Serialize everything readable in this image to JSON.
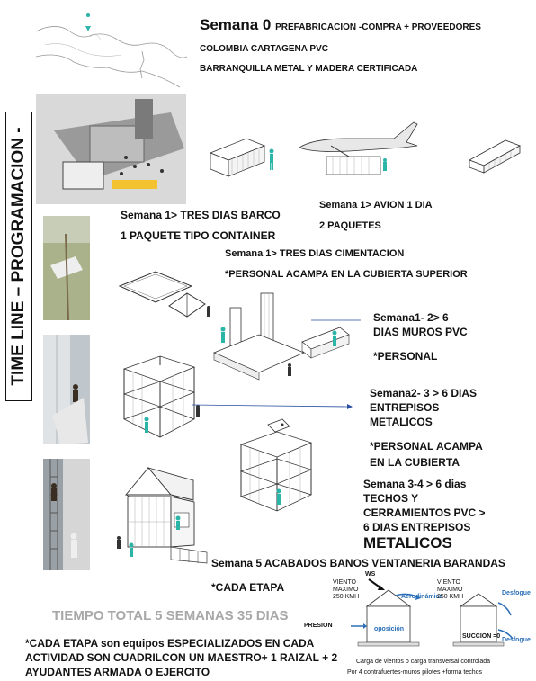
{
  "side_title": "TIME LINE – PROGRAMACION -",
  "week0": {
    "title": "Semana 0",
    "subtitle": "PREFABRICACION -COMPRA + PROVEEDORES",
    "line2": "COLOMBIA    CARTAGENA PVC",
    "line3": "BARRANQUILLA METAL Y MADERA CERTIFICADA"
  },
  "week1_boat": {
    "line1": "Semana 1> TRES DIAS BARCO",
    "line2": "1 PAQUETE TIPO CONTAINER"
  },
  "week1_plane": {
    "line1": "Semana 1> AVION 1 DIA",
    "line2": "2 PAQUETES"
  },
  "week1_foundation": {
    "line1": "Semana 1> TRES DIAS CIMENTACION",
    "line2": "*PERSONAL ACAMPA EN LA CUBIERTA SUPERIOR"
  },
  "week12": {
    "line1": "Semana1- 2> 6",
    "line2": "DIAS MUROS PVC",
    "line3": "*PERSONAL"
  },
  "week23": {
    "line1": "Semana2- 3 > 6 DIAS",
    "line2": "ENTREPISOS",
    "line3": "METALICOS",
    "line4": "*PERSONAL ACAMPA",
    "line5": "EN LA CUBIERTA"
  },
  "week34": {
    "line1": "Semana 3-4 > 6 dias",
    "line2": "TECHOS Y",
    "line3": "CERRAMIENTOS PVC  >",
    "line4": "6 DIAS ENTREPISOS",
    "line5": "METALICOS"
  },
  "week5": {
    "line1": "Semana 5 ACABADOS BANOS VENTANERIA BARANDAS",
    "line2": "*CADA ETAPA"
  },
  "total": "TIEMPO TOTAL 5 SEMANAS 35 DIAS",
  "footnote": {
    "line1": "*CADA ETAPA son equipos ESPECIALIZADOS EN CADA",
    "line2": "ACTIVIDAD  SON CUADRILCON UN MAESTRO+ 1 RAIZAL + 2",
    "line3": "AYUDANTES ARMADA O EJERCITO"
  },
  "wind_diagram": {
    "ws": "WS",
    "viento_left": "VIENTO",
    "maximo_left": "MAXIMO",
    "kmh_left": "250 KMH",
    "aerodinamica": "Aerodinámica",
    "presion": "PRESION",
    "oposicion": "oposición",
    "viento_right": "VIENTO",
    "maximo_right": "MAXIMO",
    "kmh_right": "250 KMH",
    "desfogue_top": "Desfogue",
    "succion": "SUCCION =0",
    "desfogue_bottom": "Desfogue",
    "caption1": "Carga de vientos o carga transversal controlada",
    "caption2": "Por  4 contrafuertes-muros pilotes +forma techos",
    "accent": "#2a6fb8"
  }
}
